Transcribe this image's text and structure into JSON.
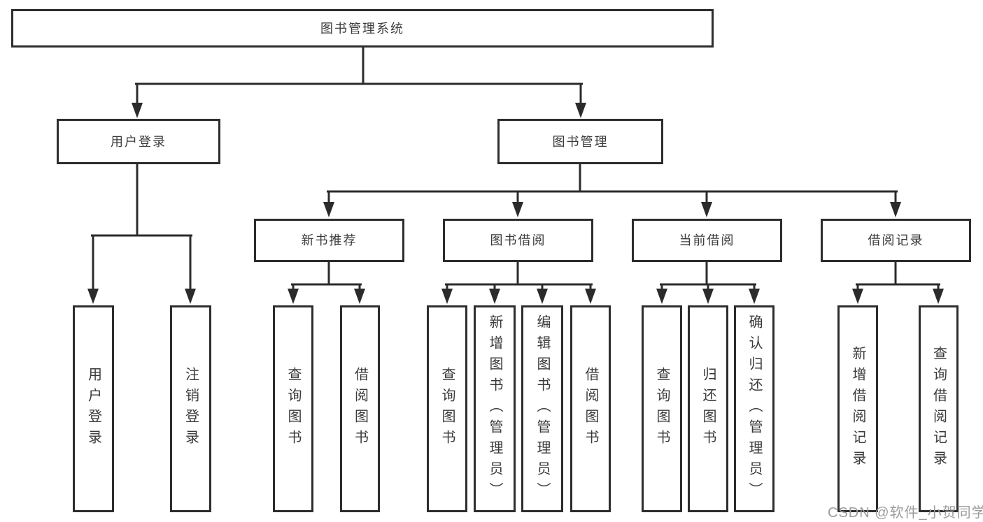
{
  "nodes": {
    "root": "图书管理系统",
    "userLogin": "用户登录",
    "bookMgmt": "图书管理",
    "newBookRec": "新书推荐",
    "bookBorrow": "图书借阅",
    "currentBorrow": "当前借阅",
    "borrowRecords": "借阅记录",
    "loginLeaves": [
      "用户登录",
      "注销登录"
    ],
    "newBookLeaves": [
      "查询图书",
      "借阅图书"
    ],
    "borrowLeaves": [
      "查询图书",
      "新增图书（管理员）",
      "编辑图书（管理员）",
      "借阅图书"
    ],
    "currentLeaves": [
      "查询图书",
      "归还图书",
      "确认归还（管理员）"
    ],
    "recordLeaves": [
      "新增借阅记录",
      "查询借阅记录"
    ]
  },
  "watermark": {
    "text": "CSDN @软件_小贺同学"
  },
  "colors": {
    "line": "#2b2b2b",
    "border": "#2d2d2d",
    "text": "#3a3a3a",
    "watermark": "#9c9c9c",
    "background": "#ffffff"
  }
}
